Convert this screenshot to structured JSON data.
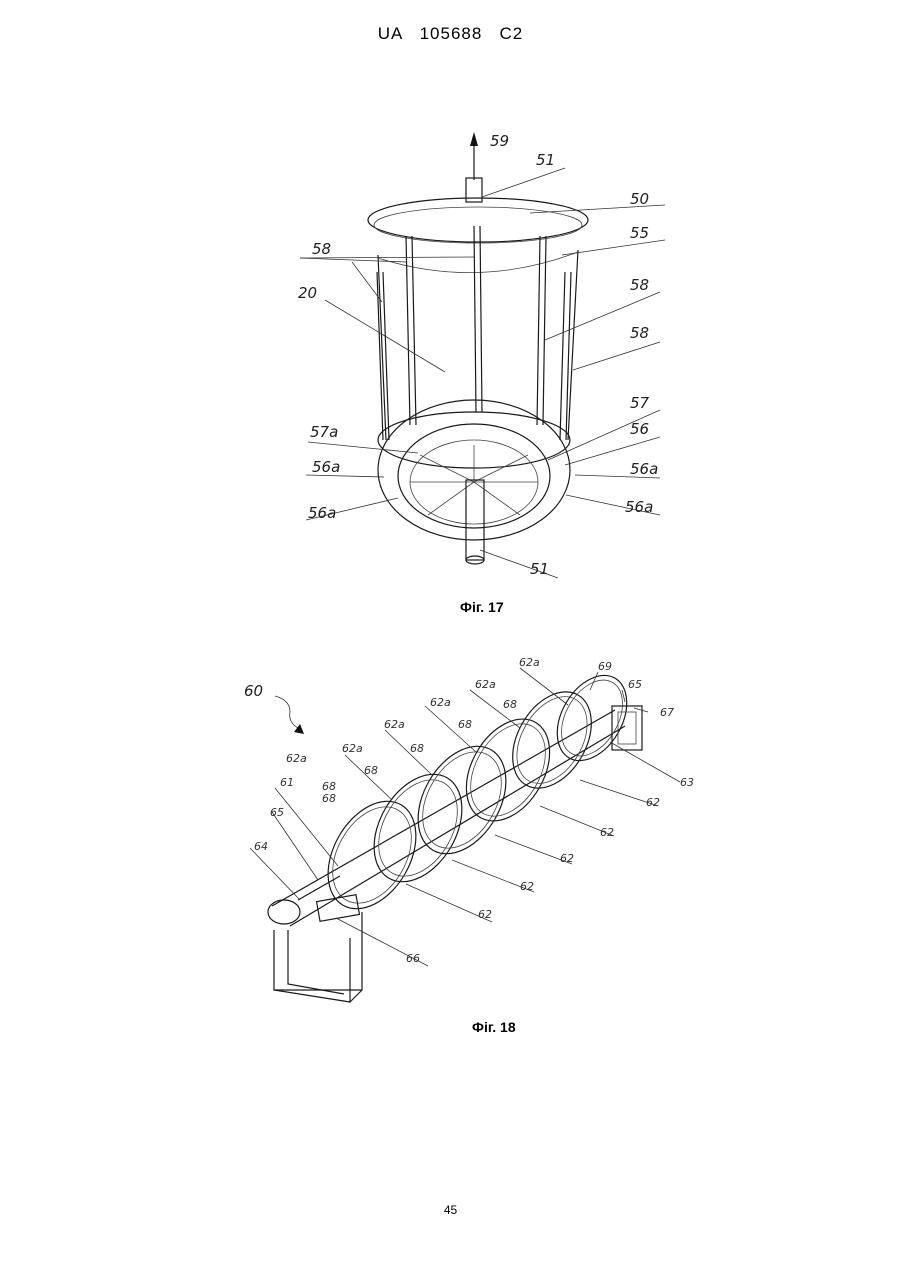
{
  "header": {
    "text": "UA   105688   C2"
  },
  "figure17": {
    "caption": "Фіг. 17",
    "labels": [
      "59",
      "51",
      "50",
      "55",
      "58",
      "58",
      "58",
      "20",
      "57",
      "56",
      "57a",
      "56a",
      "56a",
      "56a",
      "56a",
      "51"
    ]
  },
  "figure18": {
    "caption": "Фіг. 18",
    "labels": [
      "60",
      "62a",
      "69",
      "65",
      "67",
      "62a",
      "68",
      "62a",
      "68",
      "62a",
      "68",
      "62a",
      "68",
      "62a",
      "68",
      "63",
      "61",
      "68",
      "62",
      "65",
      "62",
      "62",
      "64",
      "62",
      "62",
      "66"
    ]
  },
  "footer": {
    "page_number": "45"
  }
}
